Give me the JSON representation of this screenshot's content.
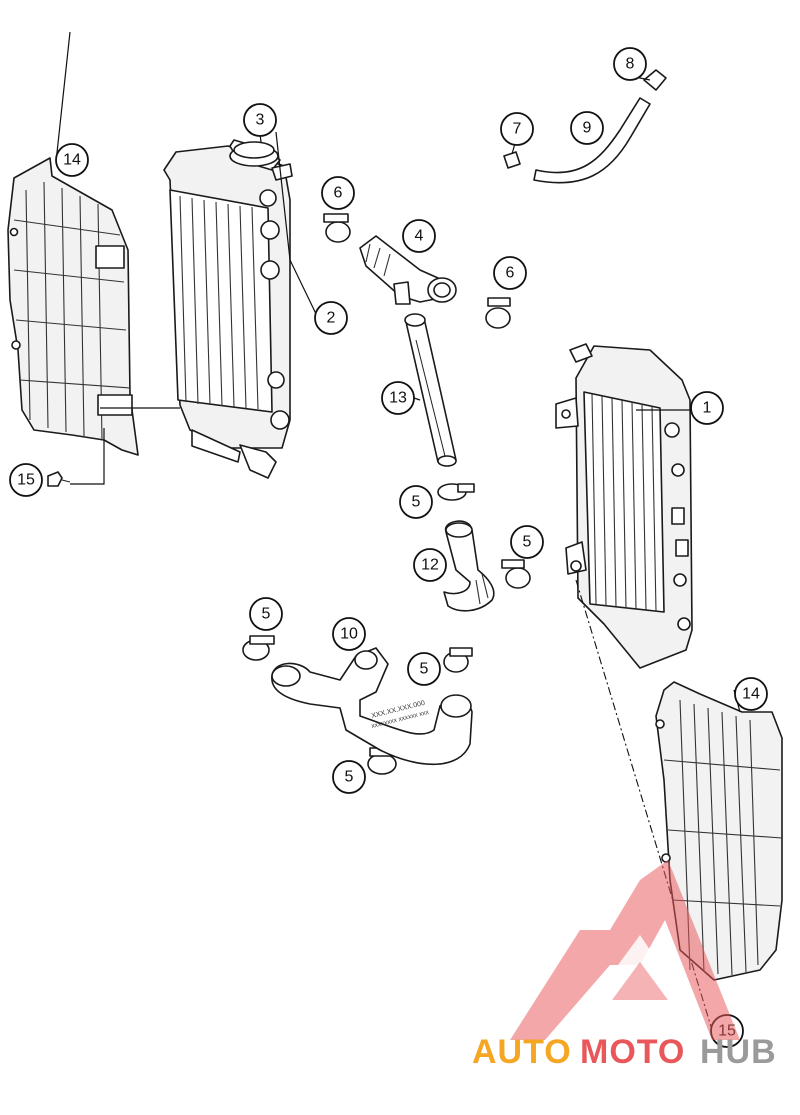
{
  "callouts": {
    "c1": "1",
    "c2": "2",
    "c3": "3",
    "c4": "4",
    "c5": "5",
    "c6": "6",
    "c7": "7",
    "c8": "8",
    "c9": "9",
    "c10": "10",
    "c12": "12",
    "c13": "13",
    "c14": "14",
    "c15": "15"
  },
  "hose_text": {
    "h10a": "XXX.XX.XXX.000",
    "h10b": "xxxxxxxx xxxxxx xxx"
  },
  "watermark": {
    "part1": "AUTO",
    "part2": "MOTO",
    "part3": "HUB",
    "color_orange": "#f5a623",
    "color_red": "#e8575a",
    "color_gray": "#9a9a9a"
  }
}
